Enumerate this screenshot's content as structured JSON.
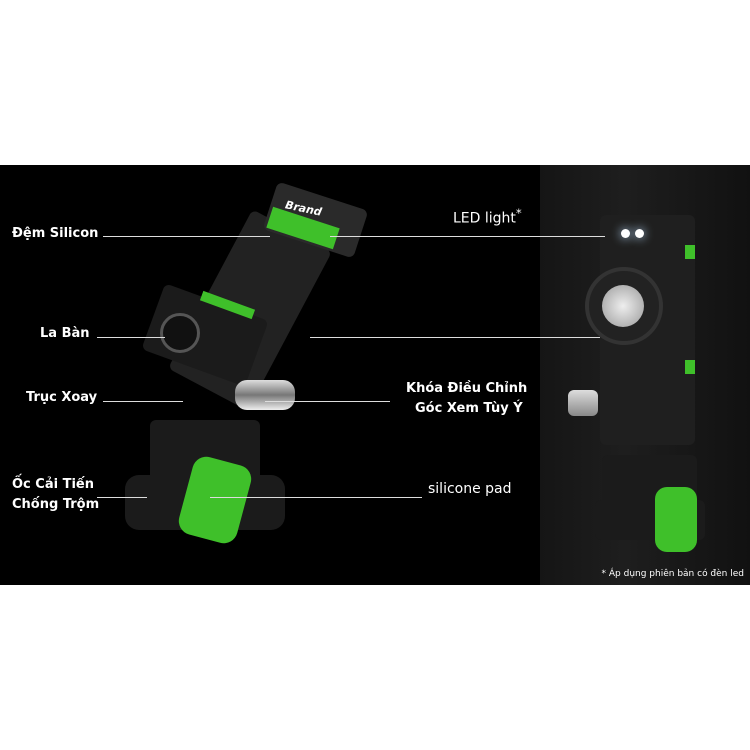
{
  "labels": {
    "dem_silicon": "Đệm Silicon",
    "la_ban": "La Bàn",
    "truc_xoay": "Trục Xoay",
    "oc_line1": "Ốc Cải Tiến",
    "oc_line2": "Chống Trộm",
    "led_light": "LED light",
    "led_asterisk": "*",
    "khoa_line1": "Khóa Điều Chỉnh",
    "khoa_line2": "Góc Xem Tùy Ý",
    "silicone_pad": "silicone pad"
  },
  "brand_logo": "Brand",
  "footnote": "* Áp dụng phiên bản có đèn led",
  "colors": {
    "accent_green": "#3fc02a",
    "background": "#000000"
  }
}
